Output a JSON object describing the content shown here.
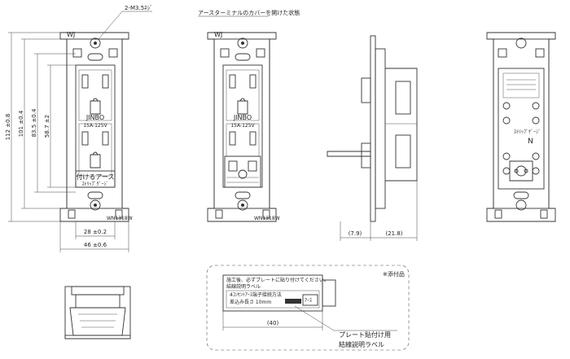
{
  "callouts": {
    "screw": "2-M3.5ﾈｼﾞ",
    "cover_open": "アースターミナルのカバーを開けた状態",
    "attachment": "※添付品",
    "plate_label_line1": "プレート貼付け用",
    "plate_label_line2": "結線説明ラベル"
  },
  "front_view": {
    "mark": "WJ",
    "brand": "JINBO",
    "rating": "15A-125V",
    "earth_label": "付けるアース",
    "small_text": "ｽﾄﾘｯﾌﾟｹﾞｰｼﾞ",
    "model_label": "WN1318W"
  },
  "open_view": {
    "mark": "WJ",
    "brand": "JINBO",
    "rating": "15A-125V",
    "model_label": "WN1318W"
  },
  "back_view": {
    "neutral_mark": "N",
    "label_text": "ｽﾄﾘｯﾌﾟｹﾞｰｼﾞ"
  },
  "dimensions": {
    "total_height": "112 ±0.8",
    "frame_height": "101 ±0.4",
    "plate_height": "83.5 ±0.4",
    "body_height": "58.7 ±2",
    "inner_width": "28 ±0.2",
    "outer_width": "46 ±0.6",
    "depth_front": "(7.9)",
    "depth_back": "(21.8)",
    "label_width": "(40)"
  },
  "label_card": {
    "line1": "施工後、必ずプレートに貼り付けてください。",
    "line2": "結線説明ラベル",
    "line3": "4ｺﾝｾﾝﾄｱｰｽ端子接続方法",
    "line4": "差込み長さ  10mm",
    "side": "ｱｰｽ"
  }
}
